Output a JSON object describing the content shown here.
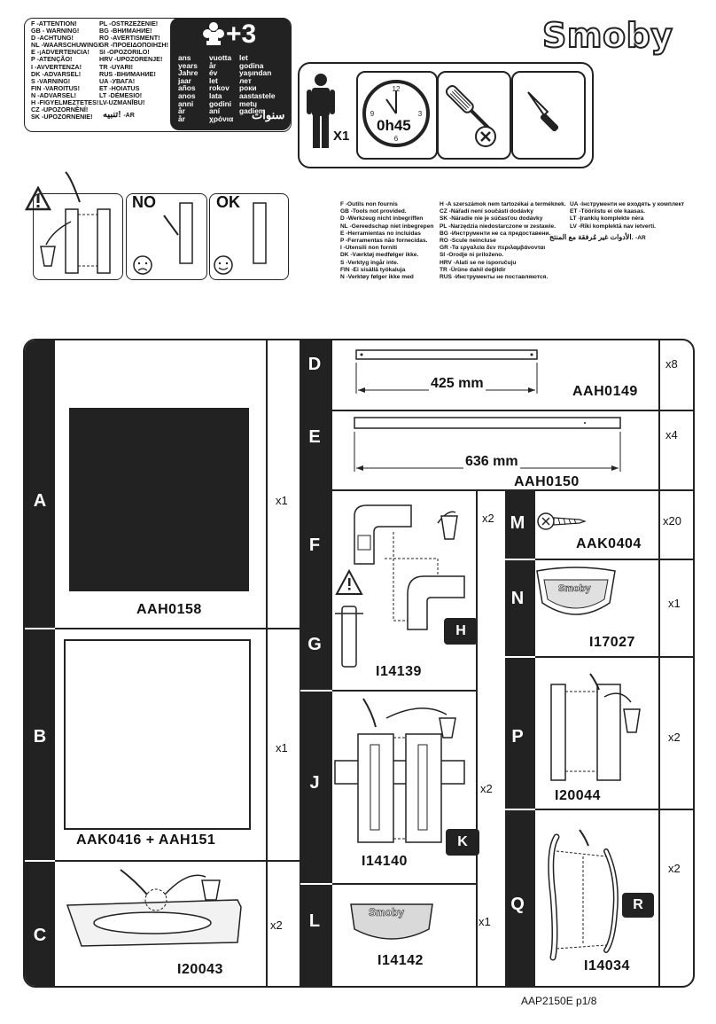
{
  "warnings": {
    "col1": [
      "F -ATTENTION!",
      "GB - WARNING!",
      "D -ACHTUNG!",
      "NL -WAARSCHUWING!",
      "E -¡ADVERTENCIA!",
      "P -ATENÇÃO!",
      "I -AVVERTENZA!",
      "DK -ADVARSEL!",
      "S -VARNING!",
      "FIN -VAROITUS!",
      "N -ADVARSEL!",
      "H -FIGYELMEZTETES!",
      "CZ -UPOZORNĚNÍ!",
      "SK -UPOZORNENIE!"
    ],
    "col2": [
      "PL -OSTRZEŻENIE!",
      "BG -ВНИМАНИЕ!",
      "RO -AVERTISMENT!",
      "GR -ΠΡΟΕΙΔΟΠΟΙΗΣΗ!",
      "SI -OPOZORILO!",
      "HRV -UPOZORENJE!",
      "TR -UYARI!",
      "RUS -ВНИМАНИЕ!",
      "UA -УВАГА!",
      "ET -HOIATUS",
      "LT -DĖMESIO!",
      "LV-UZMANĪBU!"
    ],
    "arabic": "تنبيه!",
    "arabic_code": "-AR"
  },
  "age": {
    "value": "+3",
    "col1": [
      "ans",
      "years",
      "Jahre",
      "jaar",
      "años",
      "anos",
      "anni",
      "år",
      "år"
    ],
    "col2": [
      "vuotta",
      "år",
      "év",
      "let",
      "rokov",
      "lata",
      "godini",
      "aní",
      "χρόνια"
    ],
    "col3": [
      "let",
      "godina",
      "yaşından",
      "лет",
      "роки",
      "aastastele",
      "metų",
      "gadiem"
    ],
    "arabic": "سنوات"
  },
  "brand": "Smoby",
  "tools": {
    "persons": "X1",
    "time": "0h45"
  },
  "tips": {
    "no": "NO",
    "ok": "OK"
  },
  "notes": {
    "col1": [
      "F -Outils non fournis",
      "GB -Tools not provided.",
      "D -Werkzeug nicht inbegriffen",
      "NL -Gereedschap niet inbegrepen",
      "E -Herramientas no incluidas",
      "P -Ferramentas não fornecidas.",
      "I -Utensili non forniti",
      "DK -Værktøj medfølger ikke.",
      "S -Verktyg ingår inte.",
      "FIN -Ei sisällä työkaluja",
      "N -Verktøy følger ikke med"
    ],
    "col2": [
      "H -A szerszámok nem tartozékai a terméknek.",
      "CZ -Nářadí není součástí dodávky",
      "SK -Náradie nie je súčasťou dodávky",
      "PL -Narzędzia niedostarczone w zestawie.",
      "BG -Инструменти не са предоставени.",
      "RO -Scule neincluse",
      "GR -Τα εργαλεία δεν περιλαμβάνονται",
      "SI -Orodje ni priloženo.",
      "HRV -Alati se ne isporučuju",
      "TR -Ürüne dahil değildir",
      "RUS -Инструменты не поставляются."
    ],
    "col3": [
      "UA -Інструменти не входять у комплект",
      "ET -Tööriistu ei ole kaasas.",
      "LT -Įrankių komplekte nėra",
      "LV -Rīki komplektā nav ietverti."
    ],
    "arabic": "الأدوات غير مُرفقة مع المنتج.",
    "arabic_code": "-AR"
  },
  "parts": {
    "A": {
      "letter": "A",
      "code": "AAH0158",
      "qty": "x1"
    },
    "B": {
      "letter": "B",
      "code": "AAK0416 + AAH151",
      "qty": "x1"
    },
    "C": {
      "letter": "C",
      "code": "I20043",
      "qty": "x2"
    },
    "D": {
      "letter": "D",
      "code": "AAH0149",
      "qty": "x8",
      "length": "425 mm"
    },
    "E": {
      "letter": "E",
      "code": "AAH0150",
      "qty": "x4",
      "length": "636 mm"
    },
    "F": {
      "letter": "F"
    },
    "G": {
      "letter": "G",
      "code": "I14139",
      "qty": "x2"
    },
    "H": {
      "letter": "H"
    },
    "J": {
      "letter": "J",
      "code": "I14140",
      "qty": "x2"
    },
    "K": {
      "letter": "K"
    },
    "L": {
      "letter": "L",
      "code": "I14142",
      "qty": "x1",
      "logo": "Smoby"
    },
    "M": {
      "letter": "M",
      "code": "AAK0404",
      "qty": "x20"
    },
    "N": {
      "letter": "N",
      "code": "I17027",
      "qty": "x1",
      "logo": "Smoby"
    },
    "P": {
      "letter": "P",
      "code": "I20044",
      "qty": "x2"
    },
    "Q": {
      "letter": "Q",
      "code": "I14034",
      "qty": "x2"
    },
    "R": {
      "letter": "R"
    }
  },
  "footer": "AAP2150E p1/8"
}
